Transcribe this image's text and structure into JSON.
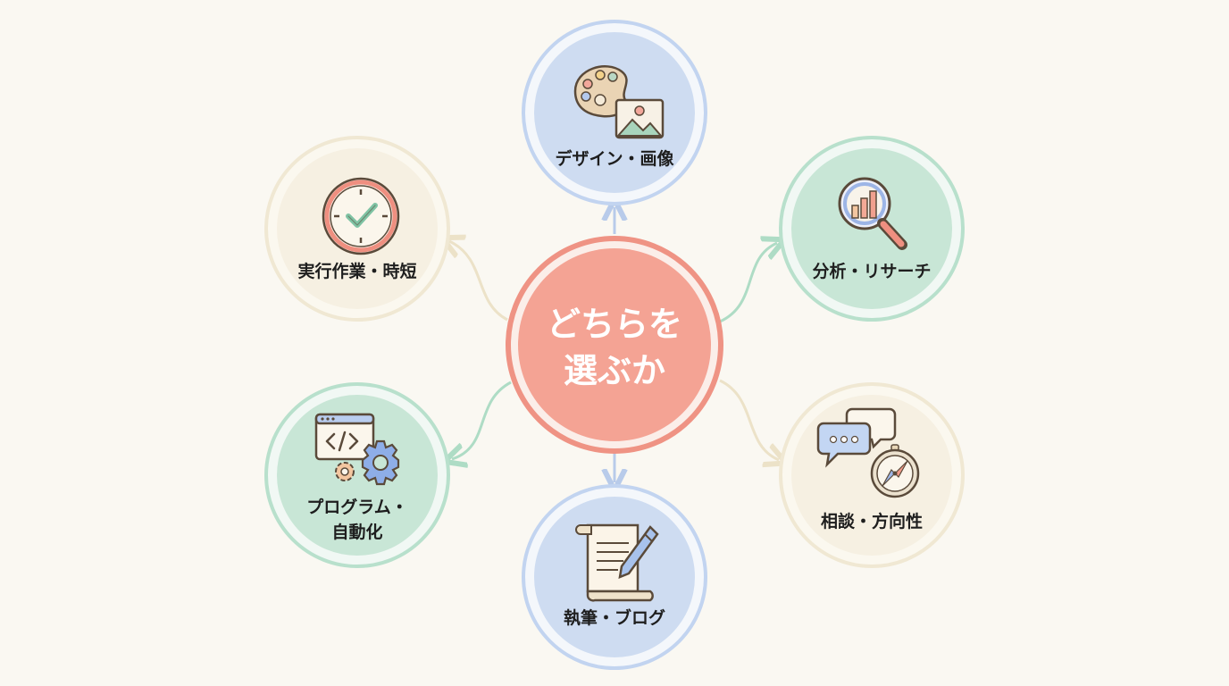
{
  "center": {
    "line1": "どちらを",
    "line2": "選ぶか"
  },
  "nodes": {
    "design": {
      "label": "デザイン・画像",
      "icon": "palette-image-icon"
    },
    "analysis": {
      "label": "分析・リサーチ",
      "icon": "magnifier-chart-icon"
    },
    "consult": {
      "label": "相談・方向性",
      "icon": "chat-compass-icon"
    },
    "writing": {
      "label": "執筆・ブログ",
      "icon": "scroll-pen-icon"
    },
    "program": {
      "line1": "プログラム・",
      "line2": "自動化",
      "icon": "code-gear-icon"
    },
    "execution": {
      "label": "実行作業・時短",
      "icon": "clock-check-icon"
    }
  },
  "colors": {
    "center": "#f4a394",
    "center_ring": "#ec8f80",
    "blue": "#cfdcf1",
    "blue_ring": "#bccff0",
    "green": "#c7e6d6",
    "green_ring": "#b7e0cc",
    "cream": "#f6f0e2",
    "cream_ring": "#efe7d2"
  }
}
